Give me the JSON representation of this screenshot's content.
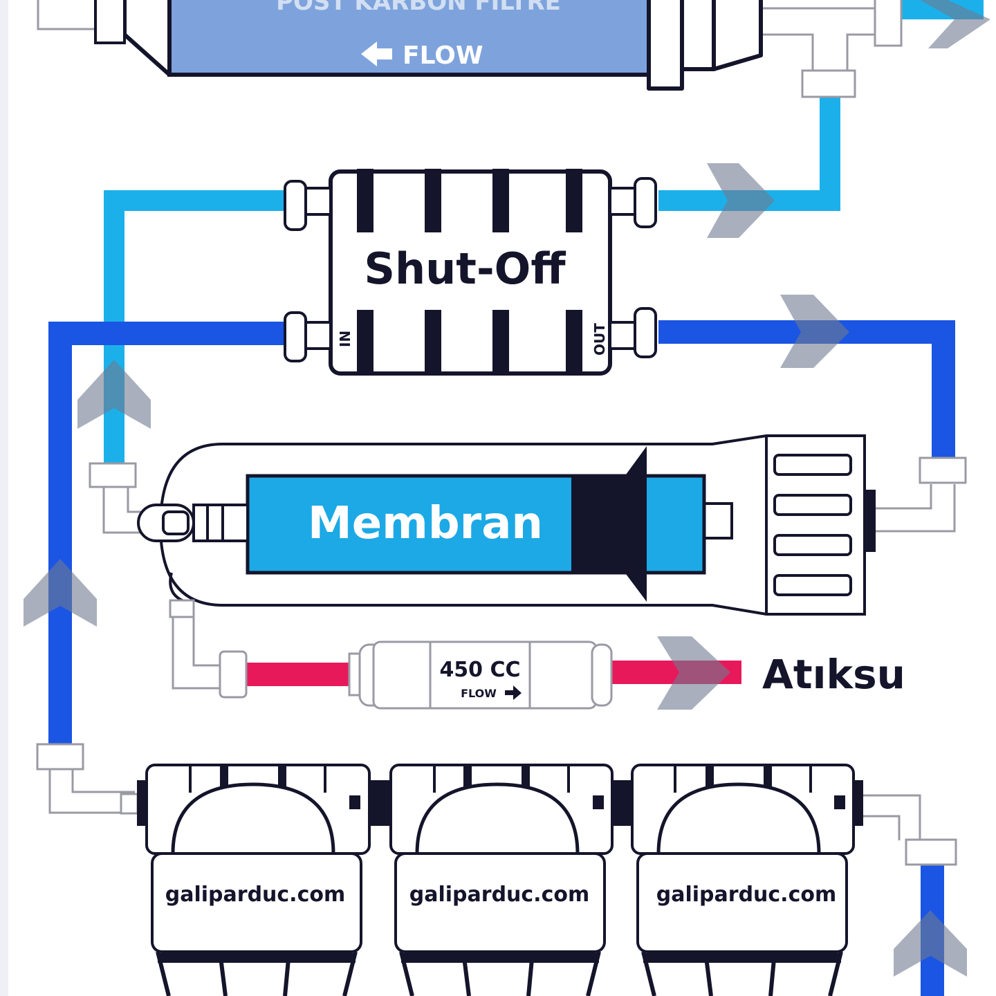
{
  "post_filter": {
    "label": "POST KARBON FILTRE",
    "flow_label": "FLOW",
    "color": "#7ea3dc"
  },
  "shutoff": {
    "label": "Shut-Off",
    "in_label": "IN",
    "out_label": "OUT"
  },
  "membrane": {
    "label": "Membran",
    "color": "#1ca9e6"
  },
  "flow_restrictor": {
    "label": "450 CC",
    "flow_label": "FLOW"
  },
  "waste": {
    "label": "Atıksu",
    "color": "#e8195a"
  },
  "housings": [
    {
      "label": "galiparduc.com"
    },
    {
      "label": "galiparduc.com"
    },
    {
      "label": "galiparduc.com"
    }
  ],
  "colors": {
    "pipe_dark_blue": "#1a55e3",
    "pipe_light_blue": "#1cb0ea",
    "waste_red": "#e8195a",
    "ink": "#14142b",
    "flow_arrow": "#6f7a90"
  },
  "icons": {
    "flow_arrow": "arrow-icon"
  }
}
